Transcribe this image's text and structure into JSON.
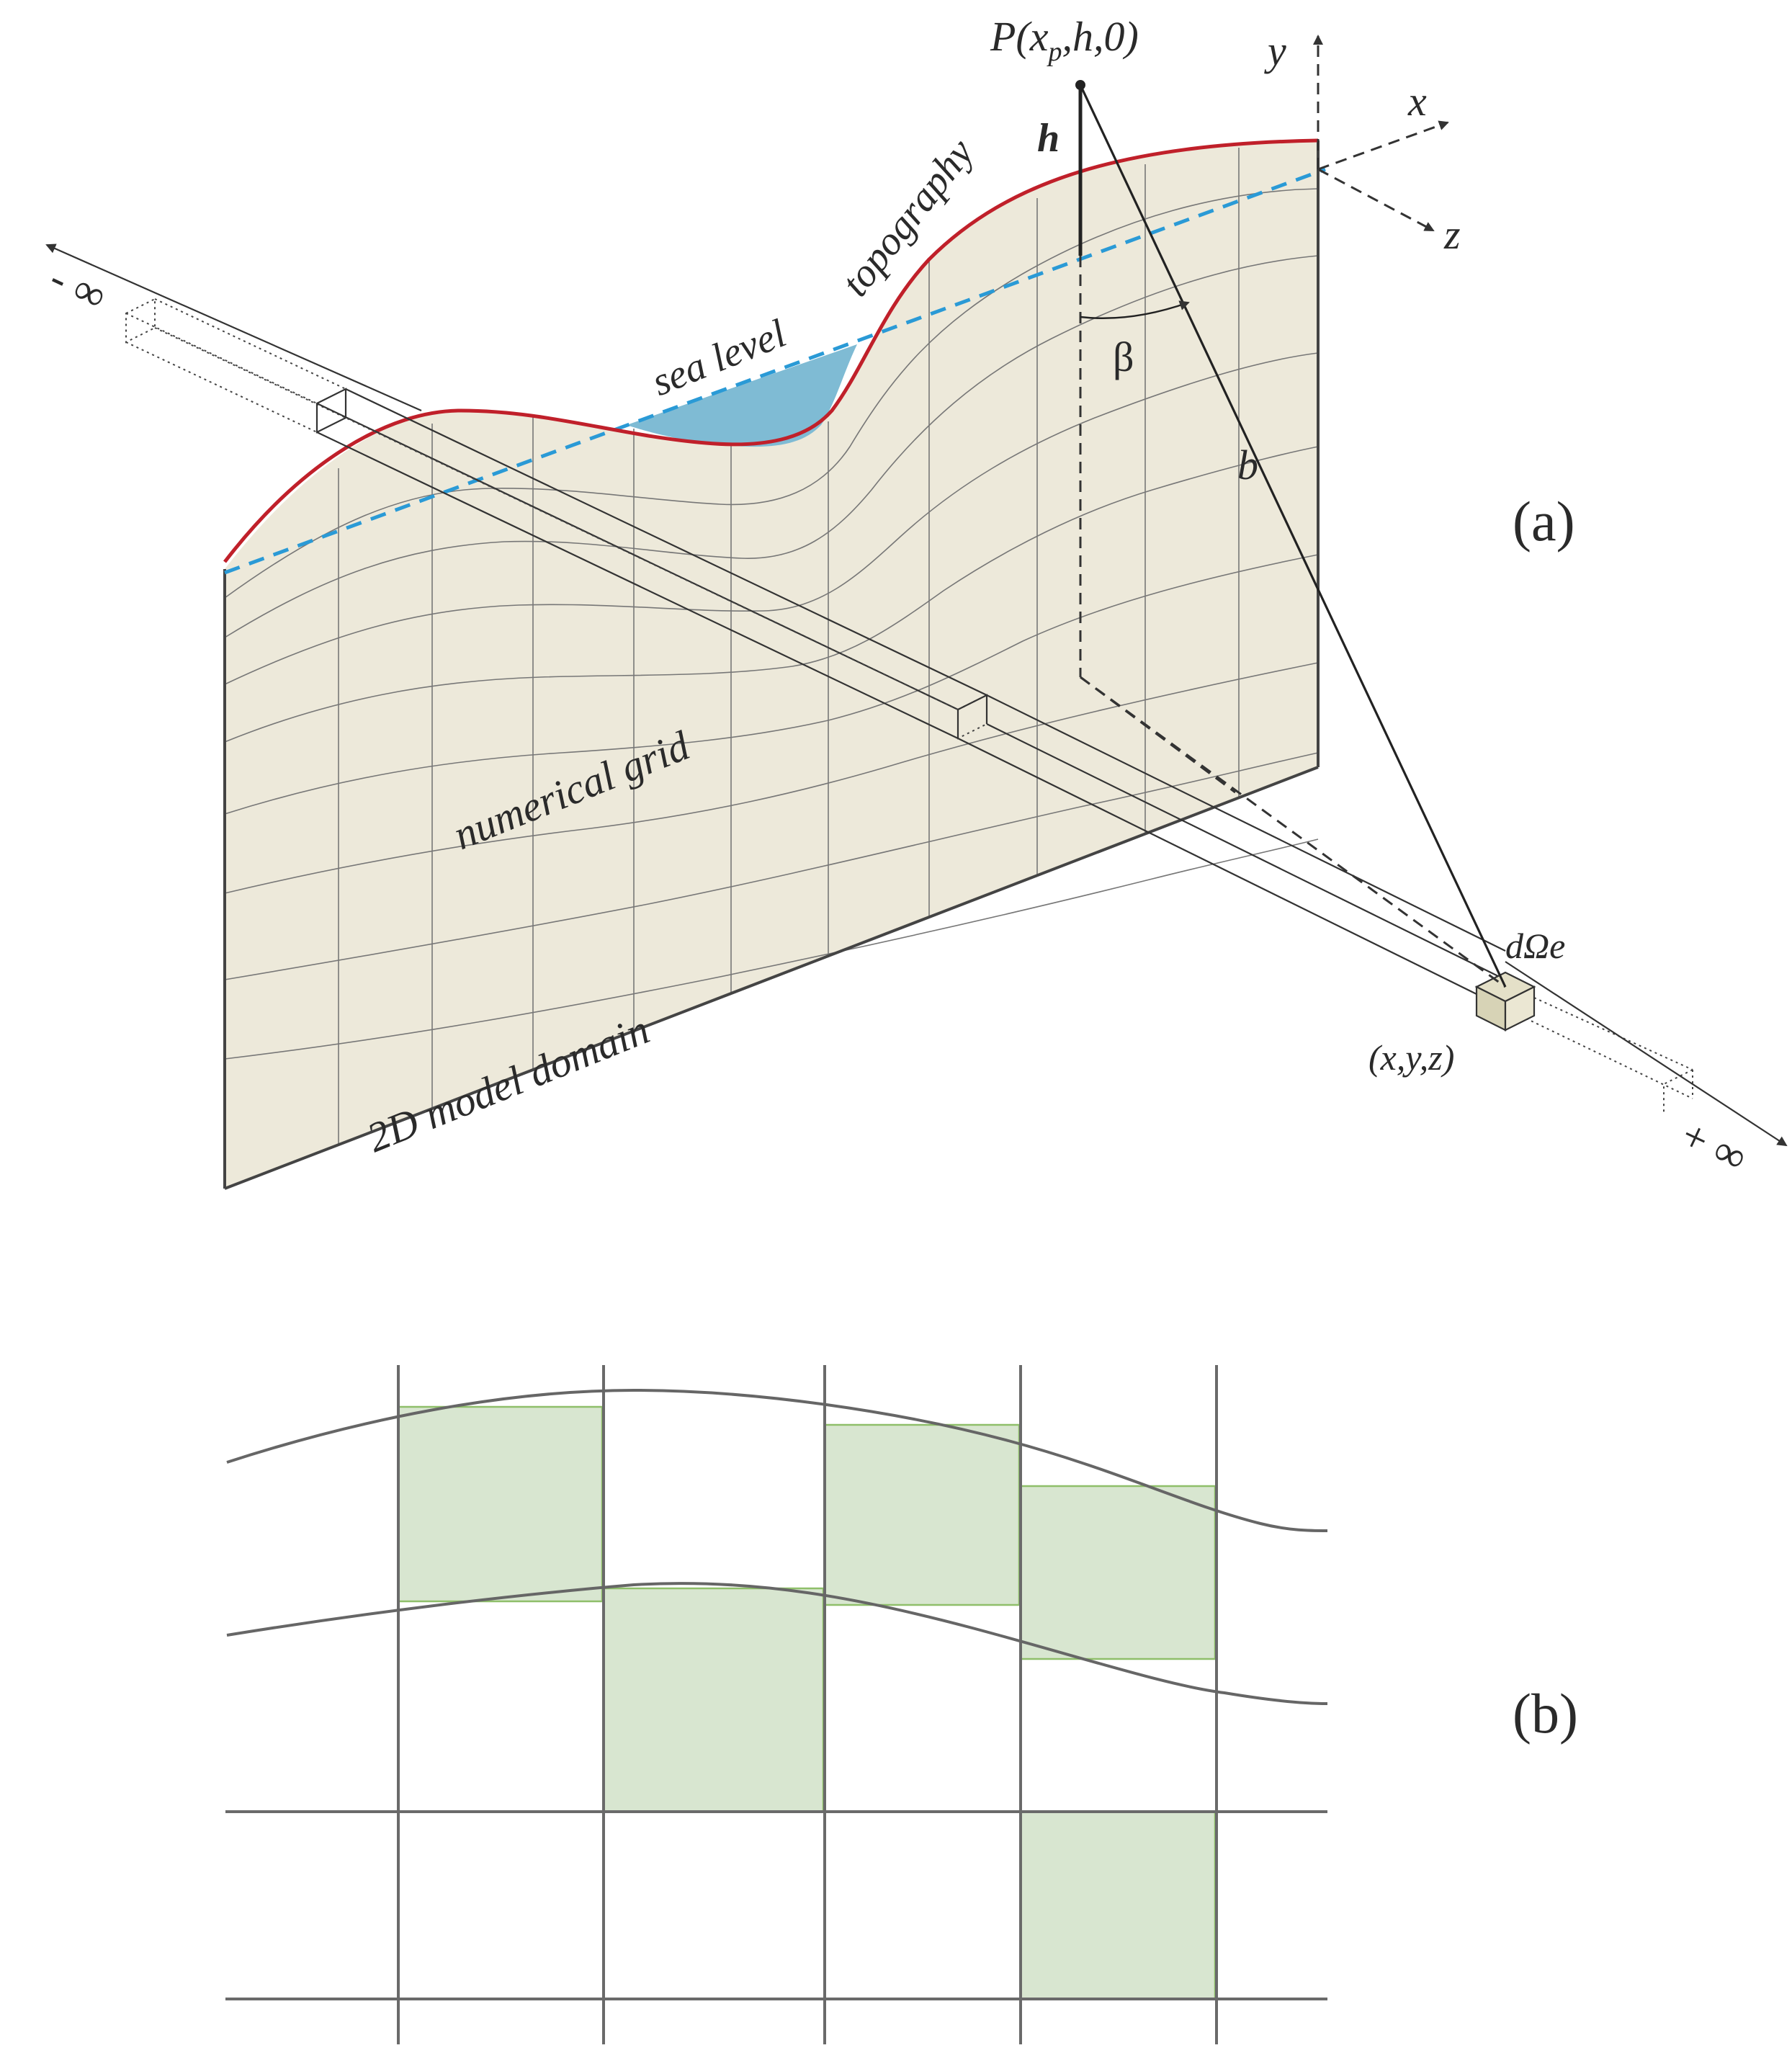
{
  "panel_a": {
    "label": "(a)",
    "point_label": "P(x",
    "point_sub": "p",
    "point_rest": ",h,0)",
    "h_label": "h",
    "beta_label": "β",
    "b_label": "b",
    "axis_x": "x",
    "axis_y": "y",
    "axis_z": "z",
    "minus_inf": "- ∞",
    "plus_inf": "+ ∞",
    "topography_label": "topography",
    "sea_level_label": "sea level",
    "grid_label": "numerical grid",
    "domain_label": "2D model domain",
    "element_label": "dΩe",
    "coords_label": "(x,y,z)",
    "colors": {
      "topography": "#c0202a",
      "sea_level": "#2a9ad6",
      "water": "#7fbbd4",
      "domain": "#ede9da"
    }
  },
  "panel_b": {
    "label": "(b)",
    "cell_color": "#d8e6d0"
  }
}
